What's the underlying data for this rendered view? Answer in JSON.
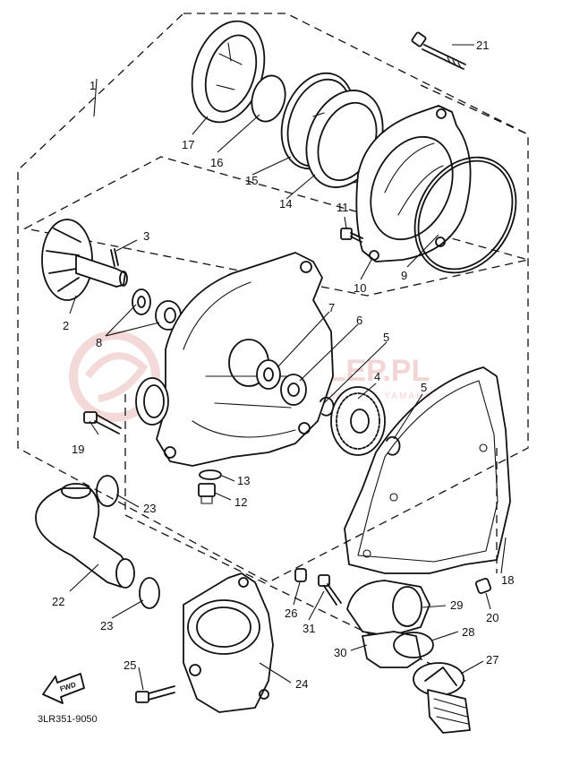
{
  "callouts": {
    "c1": "1",
    "c2": "2",
    "c3": "3",
    "c4": "4",
    "c5a": "5",
    "c5b": "5",
    "c6": "6",
    "c7": "7",
    "c8": "8",
    "c9": "9",
    "c10": "10",
    "c11": "11",
    "c12": "12",
    "c13": "13",
    "c14": "14",
    "c15": "15",
    "c16": "16",
    "c17": "17",
    "c18": "18",
    "c19": "19",
    "c20": "20",
    "c21": "21",
    "c22": "22",
    "c23a": "23",
    "c23b": "23",
    "c24": "24",
    "c25": "25",
    "c26": "26",
    "c27": "27",
    "c28": "28",
    "c29": "29",
    "c30": "30",
    "c31": "31"
  },
  "diagram_code": "3LR351-9050",
  "fwd_label": "FWD",
  "watermark": {
    "text": "YAMAHAKLEP.PL",
    "subtext": "ORYGINALNE CZĘŚCI SERWISOWE YAMAHA",
    "color": "#e9b4b4"
  }
}
